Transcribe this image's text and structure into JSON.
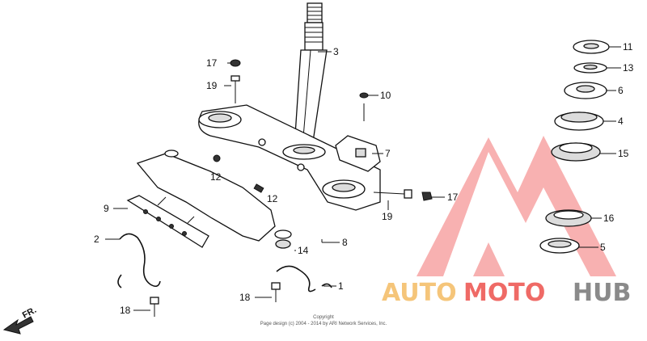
{
  "diagram": {
    "callouts": {
      "n1": "1",
      "n2": "2",
      "n3": "3",
      "n4": "4",
      "n5": "5",
      "n6": "6",
      "n7": "7",
      "n8": "8",
      "n9": "9",
      "n10": "10",
      "n11": "11",
      "n12a": "12",
      "n12b": "12",
      "n13": "13",
      "n14": "14",
      "n15": "15",
      "n16": "16",
      "n17a": "17",
      "n17b": "17",
      "n18a": "18",
      "n18b": "18",
      "n19a": "19",
      "n19b": "19"
    },
    "direction_label": "FR.",
    "copyright_line1": "Copyright",
    "copyright_line2": "Page design (c) 2004 - 2014 by ARI Network Services, Inc."
  },
  "watermark": {
    "part1": "AUTO",
    "part2": "MOTO",
    "part3": "HUB",
    "colors": {
      "auto": "#f5c57a",
      "moto": "#ef6a66",
      "hub": "#8a8a8a",
      "logo": "#ee5757"
    }
  }
}
